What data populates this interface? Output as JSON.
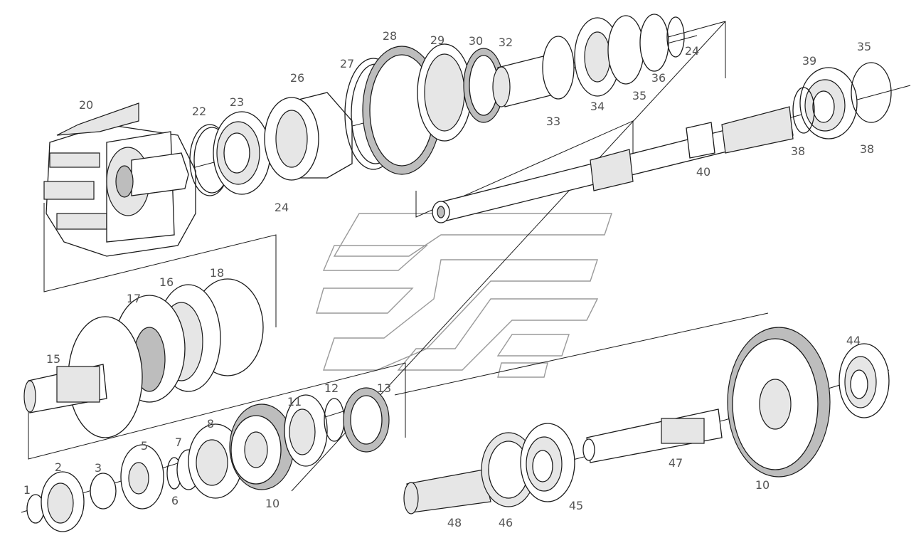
{
  "labels": [
    {
      "id": "l1",
      "text": "1"
    },
    {
      "id": "l2",
      "text": "2"
    },
    {
      "id": "l3",
      "text": "3"
    },
    {
      "id": "l5",
      "text": "5"
    },
    {
      "id": "l6",
      "text": "6"
    },
    {
      "id": "l7",
      "text": "7"
    },
    {
      "id": "l8",
      "text": "8"
    },
    {
      "id": "l10a",
      "text": "10"
    },
    {
      "id": "l10b",
      "text": "10"
    },
    {
      "id": "l11",
      "text": "11"
    },
    {
      "id": "l12",
      "text": "12"
    },
    {
      "id": "l13",
      "text": "13"
    },
    {
      "id": "l15",
      "text": "15"
    },
    {
      "id": "l16",
      "text": "16"
    },
    {
      "id": "l17",
      "text": "17"
    },
    {
      "id": "l18",
      "text": "18"
    },
    {
      "id": "l20",
      "text": "20"
    },
    {
      "id": "l22",
      "text": "22"
    },
    {
      "id": "l23",
      "text": "23"
    },
    {
      "id": "l24a",
      "text": "24"
    },
    {
      "id": "l24b",
      "text": "24"
    },
    {
      "id": "l26",
      "text": "26"
    },
    {
      "id": "l27",
      "text": "27"
    },
    {
      "id": "l28",
      "text": "28"
    },
    {
      "id": "l29",
      "text": "29"
    },
    {
      "id": "l30",
      "text": "30"
    },
    {
      "id": "l32",
      "text": "32"
    },
    {
      "id": "l33",
      "text": "33"
    },
    {
      "id": "l34",
      "text": "34"
    },
    {
      "id": "l35a",
      "text": "35"
    },
    {
      "id": "l35b",
      "text": "35"
    },
    {
      "id": "l36",
      "text": "36"
    },
    {
      "id": "l38a",
      "text": "38"
    },
    {
      "id": "l38b",
      "text": "38"
    },
    {
      "id": "l39",
      "text": "39"
    },
    {
      "id": "l40",
      "text": "40"
    },
    {
      "id": "l44",
      "text": "44"
    },
    {
      "id": "l45",
      "text": "45"
    },
    {
      "id": "l46",
      "text": "46"
    },
    {
      "id": "l47",
      "text": "47"
    },
    {
      "id": "l48",
      "text": "48"
    }
  ]
}
